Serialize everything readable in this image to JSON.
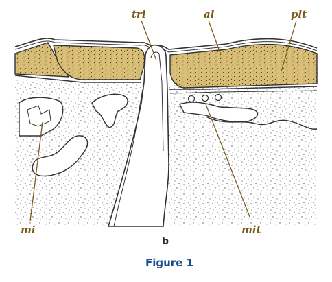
{
  "labels": {
    "tri": "tri",
    "al": "al",
    "plt": "plt",
    "mi": "mi",
    "mit": "mit"
  },
  "panel_letter": "b",
  "caption": "Figure 1",
  "colors": {
    "tissue_fill": "#d9bf78",
    "tissue_texture": "#5c4a1e",
    "outline": "#333333",
    "stipple": "#555555",
    "label": "#7a5a1a",
    "caption": "#1b4f8a"
  }
}
